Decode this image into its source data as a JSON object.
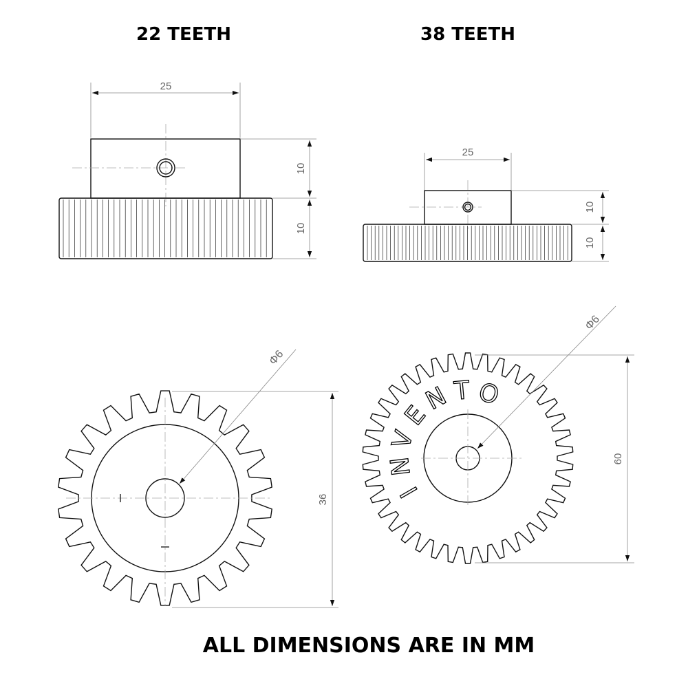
{
  "headings": {
    "left": "22 TEETH",
    "right": "38 TEETH",
    "footer": "ALL DIMENSIONS ARE IN MM"
  },
  "gear_22": {
    "teeth": 22,
    "side_width": "25",
    "hub_height": "10",
    "gear_height": "10",
    "outer_diameter": "36",
    "bore_label": "Φ6"
  },
  "gear_38": {
    "teeth": 38,
    "side_width": "25",
    "hub_height": "10",
    "gear_height": "10",
    "outer_diameter": "60",
    "bore_label": "Φ6",
    "brand_text": "INVENTO"
  }
}
